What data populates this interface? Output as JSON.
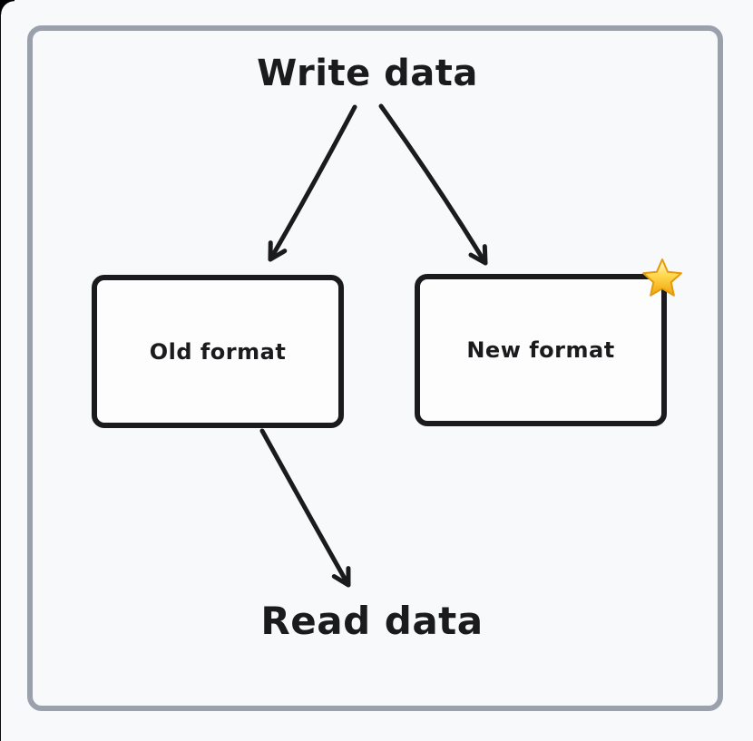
{
  "canvas": {
    "background_color": "#f8f9fb",
    "frame_color": "#9aa1ac",
    "ink_color": "#1b1b1e",
    "node_fill_color": "#fdfdfe"
  },
  "diagram": {
    "top_label": "Write data",
    "bottom_label": "Read data",
    "nodes": [
      {
        "label": "Old format"
      },
      {
        "label": "New format",
        "badge_icon": "star-icon"
      }
    ],
    "edges": [
      {
        "from": "Write data",
        "to": "Old format"
      },
      {
        "from": "Write data",
        "to": "New format"
      },
      {
        "from": "Old format",
        "to": "Read data"
      }
    ],
    "star_colors": {
      "light": "#fff8d4",
      "mid": "#ffd84d",
      "deep": "#f0a30e",
      "outline": "#e39b0b"
    }
  }
}
